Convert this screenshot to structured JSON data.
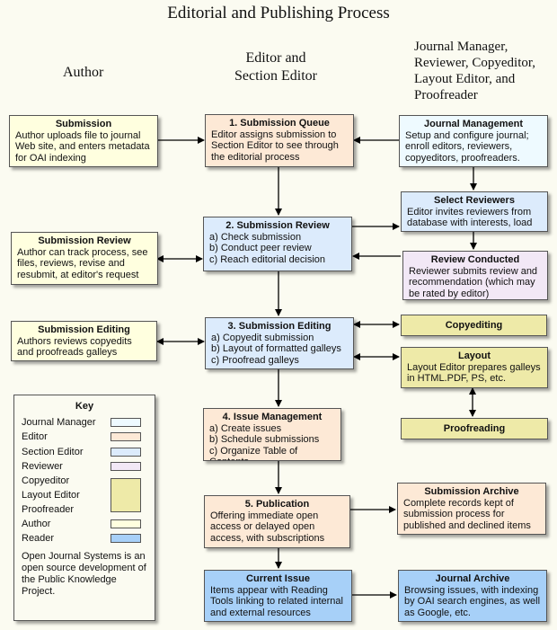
{
  "title": "Editorial and Publishing Process",
  "columns": {
    "author": "Author",
    "editor_line1": "Editor and",
    "editor_line2": "Section Editor",
    "jm_line1": "Journal Manager,",
    "jm_line2": "Reviewer, Copyeditor,",
    "jm_line3": "Layout Editor, and",
    "jm_line4": "Proofreader"
  },
  "colors": {
    "author": "#ffffdf",
    "editor": "#fde9d6",
    "section_editor": "#dcebfc",
    "journal_manager": "#eefaff",
    "reviewer": "#f2e8f6",
    "copyeditor": "#eeeaa8",
    "reader": "#a7d0f8"
  },
  "boxes": {
    "submission": {
      "title": "Submission",
      "text": "Author uploads file to journal Web site, and enters metadata for OAI indexing"
    },
    "queue": {
      "title": "1. Submission Queue",
      "text": "Editor assigns submission to Section Editor to see through the editorial process"
    },
    "journal_mgmt": {
      "title": "Journal Management",
      "text": "Setup and configure journal; enroll editors, reviewers, copyeditors, proofreaders."
    },
    "select_reviewers": {
      "title": "Select Reviewers",
      "text": "Editor invites reviewers from database with interests, load"
    },
    "review": {
      "title": "2. Submission Review",
      "items": [
        "a) Check submission",
        "b) Conduct peer review",
        "c) Reach editorial decision"
      ]
    },
    "sub_review": {
      "title": "Submission Review",
      "text": "Author can track process, see files, reviews, revise and resubmit, at editor's request"
    },
    "review_conducted": {
      "title": "Review Conducted",
      "text": "Reviewer submits review and recommendation (which may be rated by editor)"
    },
    "sub_editing": {
      "title": "Submission Editing",
      "text": "Authors reviews copyedits and proofreads galleys"
    },
    "editing": {
      "title": "3. Submission Editing",
      "items": [
        "a) Copyedit submission",
        "b) Layout of formatted galleys",
        "c) Proofread galleys"
      ]
    },
    "copyediting": {
      "title": "Copyediting"
    },
    "layout": {
      "title": "Layout",
      "text": "Layout Editor prepares galleys in HTML.PDF, PS, etc."
    },
    "proofreading": {
      "title": "Proofreading"
    },
    "issue_mgmt": {
      "title": "4. Issue Management",
      "items": [
        "a) Create issues",
        "b) Schedule submissions",
        "c) Organize Table of Contents"
      ]
    },
    "publication": {
      "title": "5. Publication",
      "text": "Offering immediate open access or delayed open access, with subscriptions"
    },
    "archive": {
      "title": "Submission Archive",
      "text": "Complete records kept of submission process for published and declined items"
    },
    "current_issue": {
      "title": "Current Issue",
      "text": "Items appear with Reading Tools linking to related internal and external resources"
    },
    "journal_archive": {
      "title": "Journal Archive",
      "text": "Browsing issues, with indexing by OAI search engines, as well as Google, etc."
    }
  },
  "key": {
    "title": "Key",
    "journal_manager": "Journal Manager",
    "editor": "Editor",
    "section_editor": "Section Editor",
    "reviewer": "Reviewer",
    "copyeditor": "Copyeditor",
    "layout_editor": "Layout Editor",
    "proofreader": "Proofreader",
    "author": "Author",
    "reader": "Reader",
    "note": "Open Journal Systems is an open source development of the Public Knowledge Project."
  }
}
